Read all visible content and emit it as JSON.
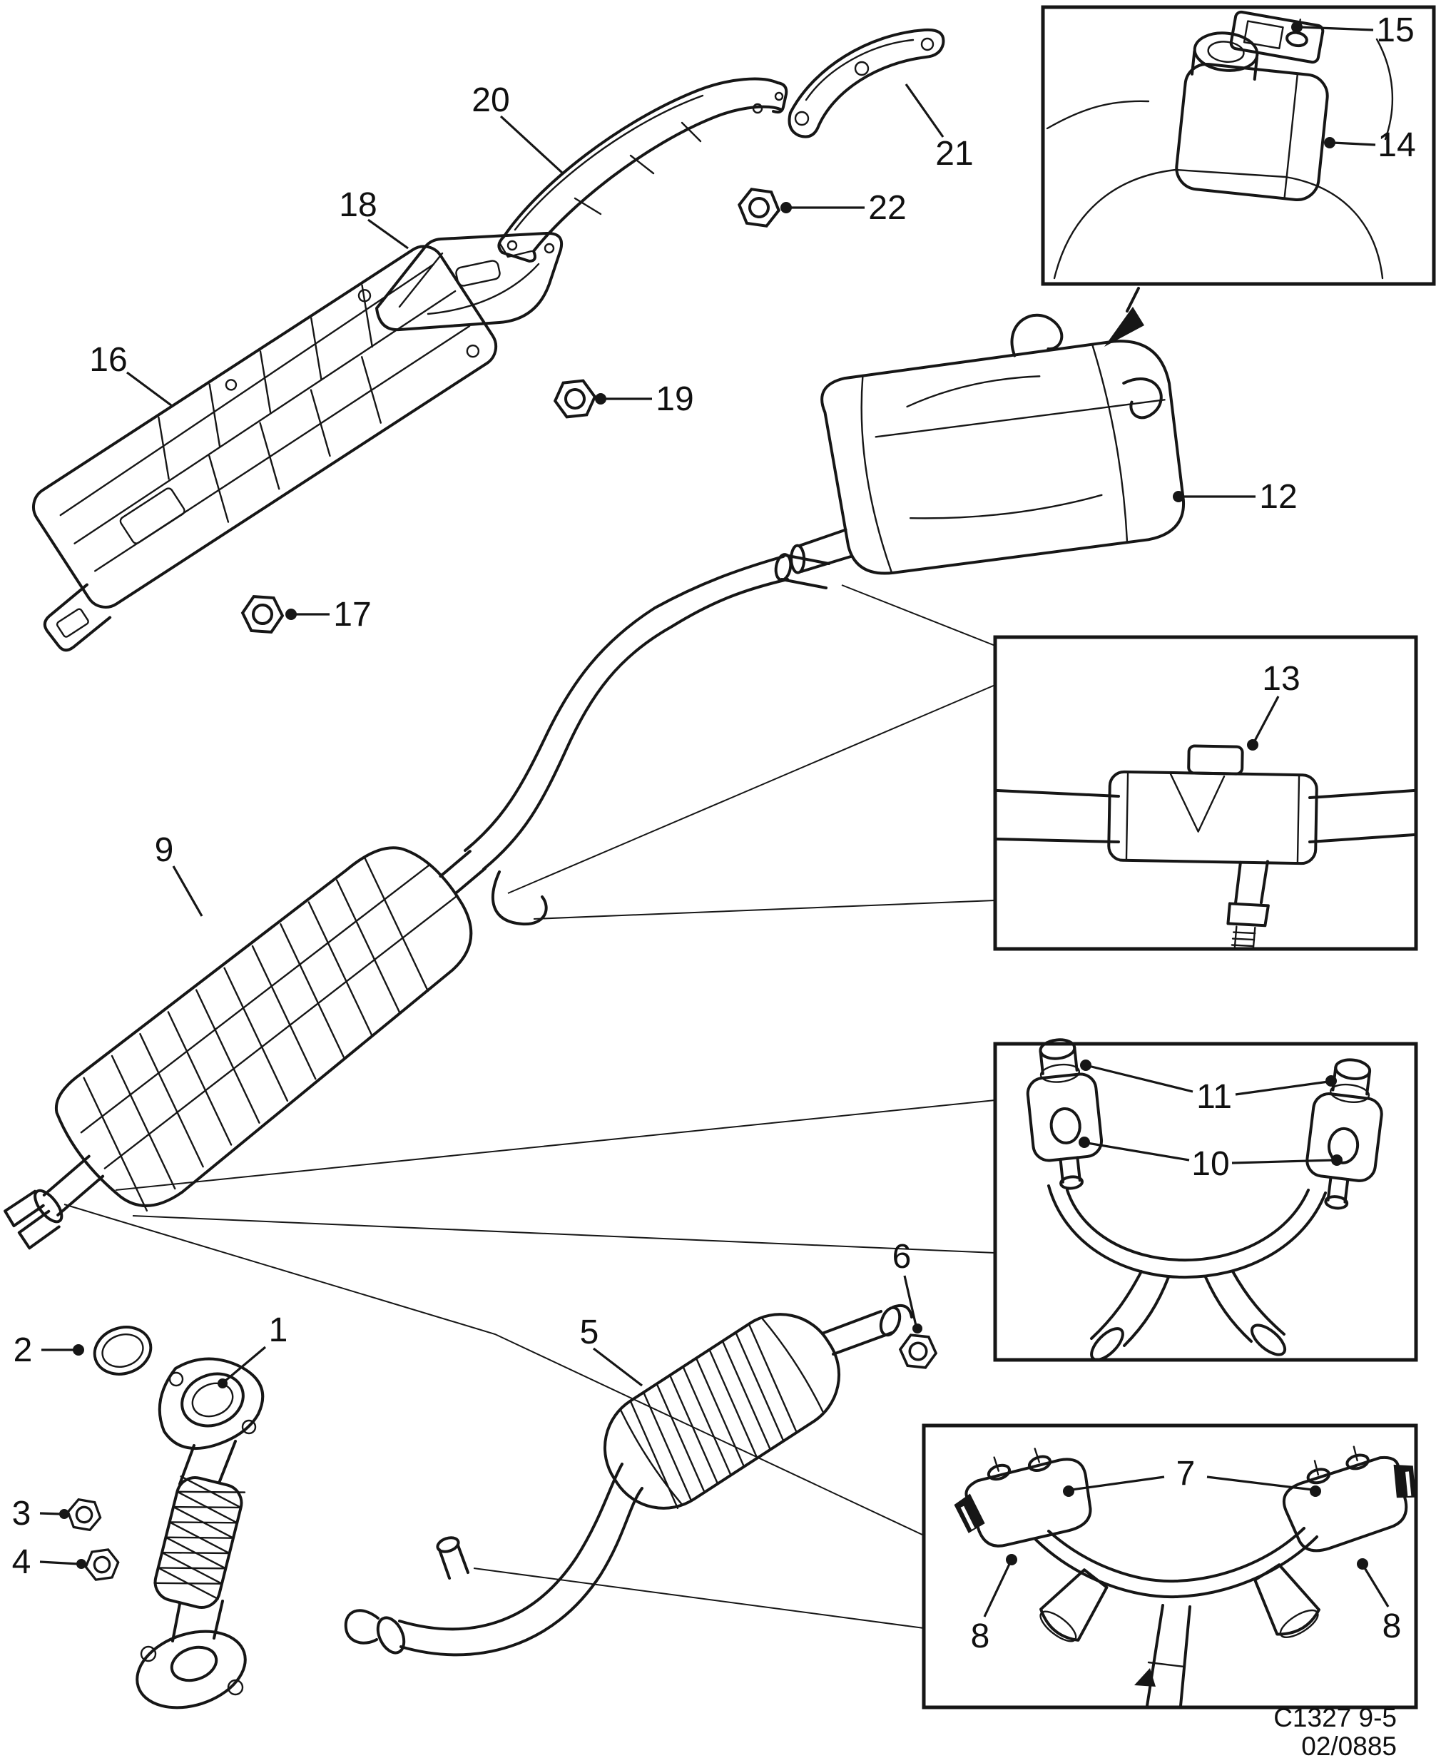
{
  "diagram": {
    "callouts": {
      "n1": "1",
      "n2": "2",
      "n3": "3",
      "n4": "4",
      "n5": "5",
      "n6": "6",
      "n7": "7",
      "n8_left": "8",
      "n8_right": "8",
      "n9": "9",
      "n10": "10",
      "n11": "11",
      "n12": "12",
      "n13": "13",
      "n14": "14",
      "n15": "15",
      "n16": "16",
      "n17": "17",
      "n18": "18",
      "n19": "19",
      "n20": "20",
      "n21": "21",
      "n22": "22"
    },
    "footer": {
      "drawing_code": "C1327 9-5",
      "revision_code": "02/0885"
    }
  }
}
